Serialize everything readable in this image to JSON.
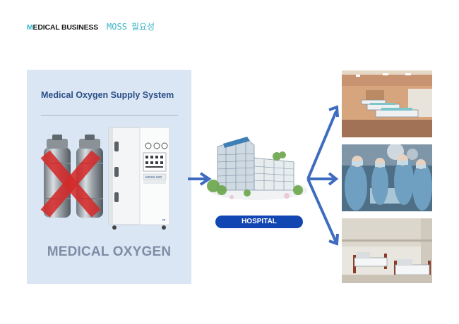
{
  "header": {
    "brand_accent": "M",
    "brand_rest": "EDICAL BUSINESS",
    "subtitle_en": "MOSS",
    "subtitle_kr": "필요성"
  },
  "panel": {
    "title": "Medical Oxygen Supply System",
    "footer": "MEDICAL OXYGEN",
    "generator_label": "MOSS-H00\nOxygen Generator"
  },
  "hospital": {
    "label": "HOSPITAL"
  },
  "colors": {
    "accent_teal": "#2bb5c9",
    "panel_bg": "#dbe6f4",
    "title_blue": "#2b4f86",
    "badge_blue": "#1246b3",
    "arrow_blue": "#3e6cc1",
    "cross_red": "#d42a2a"
  },
  "icons": [
    "oxygen-cylinders-image",
    "cross-out-icon",
    "oxygen-generator-image",
    "hospital-building-image",
    "hospital-ward-photo",
    "operating-room-photo",
    "patient-room-photo"
  ]
}
